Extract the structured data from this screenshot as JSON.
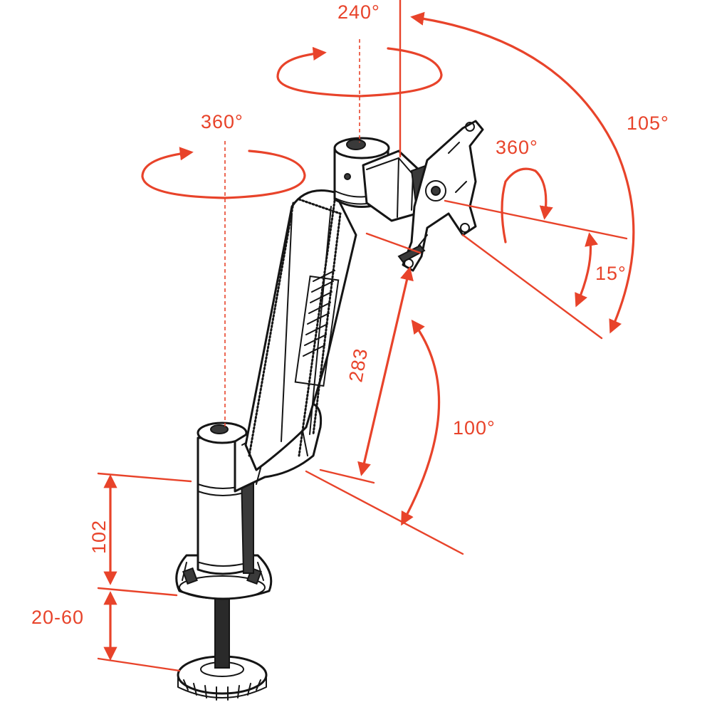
{
  "diagram": {
    "accent_color": "#e8432a",
    "ink_color": "#151515",
    "labels": {
      "rot_top": "240°",
      "rot_mid": "360°",
      "rot_head": "360°",
      "tilt_max": "105°",
      "tilt_min": "15°",
      "arm_length": "283",
      "arm_angle": "100°",
      "pole_height": "102",
      "clamp_range": "20-60"
    },
    "icons": [
      "rotation-arrow-icon",
      "dimension-arrow-icon"
    ]
  }
}
